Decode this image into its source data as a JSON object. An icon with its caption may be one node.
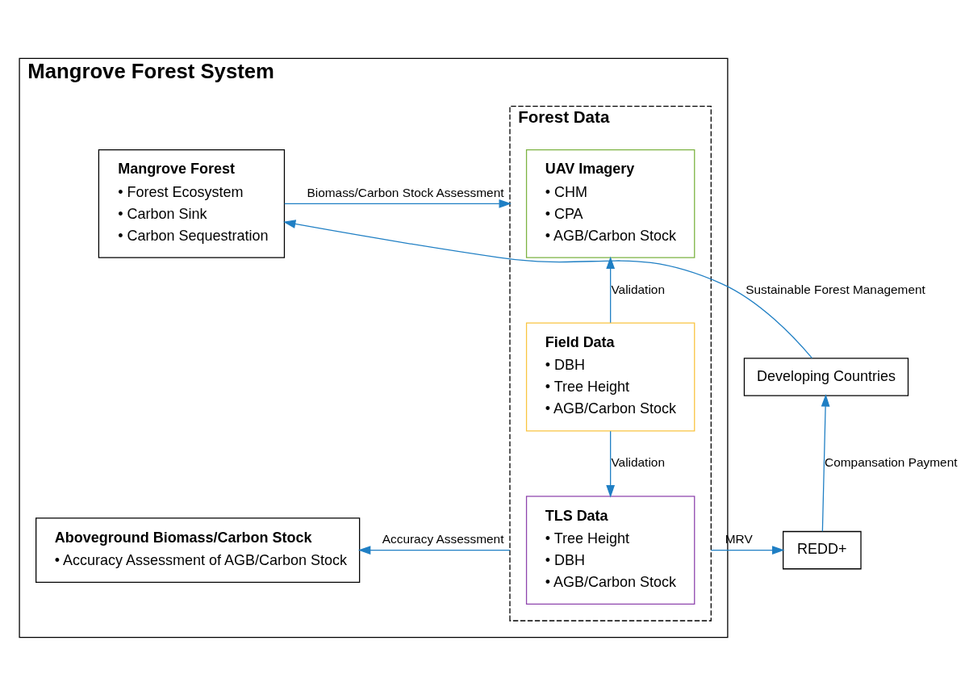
{
  "diagram": {
    "nodes": [
      {
        "text": [
          "Mangrove Forest System"
        ]
      },
      {
        "text": [
          "Mangrove Forest",
          "• Forest Ecosystem",
          "• Carbon Sink",
          "• Carbon Sequestration"
        ],
        "in": 0
      },
      {
        "text": [
          "Aboveground Biomass/Carbon Stock",
          "• Accuracy Assessment of AGB/Carbon Stock"
        ],
        "in": 0
      },
      {
        "text": [
          "Forest Data"
        ],
        "in": 0
      },
      {
        "text": [
          "UAV Imagery",
          "• CHM",
          "• CPA",
          "• AGB/Carbon Stock"
        ],
        "in": 3
      },
      {
        "text": [
          "Field Data",
          "• DBH",
          "• Tree Height",
          "• AGB/Carbon Stock"
        ],
        "in": 3
      },
      {
        "text": [
          "TLS Data",
          "• Tree Height",
          "• DBH",
          "• AGB/Carbon Stock"
        ],
        "in": 3
      },
      {
        "text": [
          "Developing Countries"
        ]
      },
      {
        "text": [
          "REDD+"
        ]
      }
    ],
    "edges": [
      {
        "from": 1,
        "to": 3,
        "arrow": "to",
        "label": "Biomass/Carbon Stock Assessment"
      },
      {
        "from": 5,
        "to": 4,
        "arrow": "to",
        "label": "Validation"
      },
      {
        "from": 5,
        "to": 6,
        "arrow": "to",
        "label": "Validation"
      },
      {
        "from": 3,
        "to": 2,
        "arrow": "to",
        "label": "Accuracy Assessment"
      },
      {
        "from": 3,
        "to": 8,
        "arrow": "to",
        "label": "MRV"
      },
      {
        "from": 8,
        "to": 7,
        "arrow": "to",
        "label": "Compansation Payment"
      },
      {
        "from": 7,
        "to": 1,
        "arrow": "to",
        "label": "Sustainable Forest Management"
      }
    ]
  }
}
